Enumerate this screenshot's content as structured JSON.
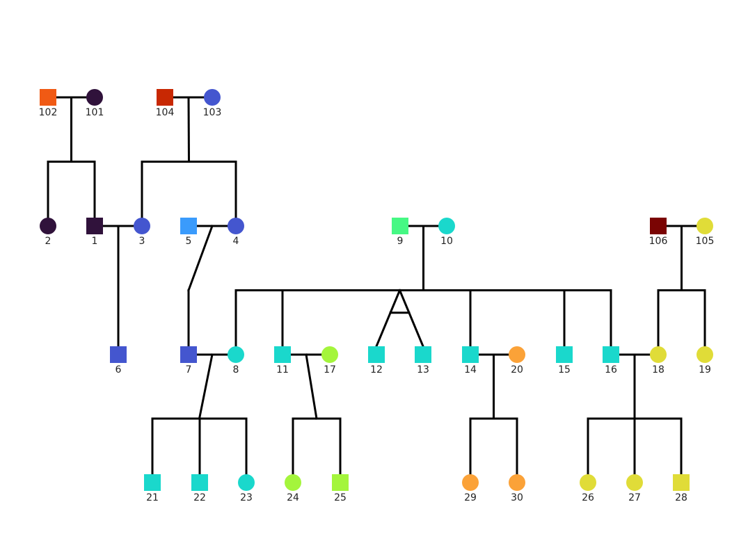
{
  "individuals": [
    {
      "id": "102",
      "sex": "male",
      "color": "#F05A14"
    },
    {
      "id": "101",
      "sex": "female",
      "color": "#30123B"
    },
    {
      "id": "104",
      "sex": "male",
      "color": "#C82803"
    },
    {
      "id": "103",
      "sex": "female",
      "color": "#4456CF"
    },
    {
      "id": "2",
      "sex": "female",
      "color": "#30123B"
    },
    {
      "id": "1",
      "sex": "male",
      "color": "#30123B"
    },
    {
      "id": "3",
      "sex": "female",
      "color": "#4456CF"
    },
    {
      "id": "5",
      "sex": "male",
      "color": "#3A9BFC"
    },
    {
      "id": "4",
      "sex": "female",
      "color": "#4456CF"
    },
    {
      "id": "9",
      "sex": "male",
      "color": "#46F884"
    },
    {
      "id": "10",
      "sex": "female",
      "color": "#1AD8CC"
    },
    {
      "id": "106",
      "sex": "male",
      "color": "#7A0403"
    },
    {
      "id": "105",
      "sex": "female",
      "color": "#E0DC38"
    },
    {
      "id": "6",
      "sex": "male",
      "color": "#4456CF"
    },
    {
      "id": "7",
      "sex": "male",
      "color": "#4456CF"
    },
    {
      "id": "8",
      "sex": "female",
      "color": "#1AD8CC"
    },
    {
      "id": "11",
      "sex": "male",
      "color": "#1AD8CC"
    },
    {
      "id": "17",
      "sex": "female",
      "color": "#A4F53C"
    },
    {
      "id": "12",
      "sex": "male",
      "color": "#1AD8CC"
    },
    {
      "id": "13",
      "sex": "male",
      "color": "#1AD8CC"
    },
    {
      "id": "14",
      "sex": "male",
      "color": "#1AD8CC"
    },
    {
      "id": "20",
      "sex": "female",
      "color": "#FBA238"
    },
    {
      "id": "15",
      "sex": "male",
      "color": "#1AD8CC"
    },
    {
      "id": "16",
      "sex": "male",
      "color": "#1AD8CC"
    },
    {
      "id": "18",
      "sex": "female",
      "color": "#E0DC38"
    },
    {
      "id": "19",
      "sex": "female",
      "color": "#E0DC38"
    },
    {
      "id": "21",
      "sex": "male",
      "color": "#1AD8CC"
    },
    {
      "id": "22",
      "sex": "male",
      "color": "#1AD8CC"
    },
    {
      "id": "23",
      "sex": "female",
      "color": "#1AD8CC"
    },
    {
      "id": "24",
      "sex": "female",
      "color": "#A4F53C"
    },
    {
      "id": "25",
      "sex": "male",
      "color": "#A4F53C"
    },
    {
      "id": "29",
      "sex": "female",
      "color": "#FBA238"
    },
    {
      "id": "30",
      "sex": "female",
      "color": "#FBA238"
    },
    {
      "id": "26",
      "sex": "female",
      "color": "#E0DC38"
    },
    {
      "id": "27",
      "sex": "female",
      "color": "#E0DC38"
    },
    {
      "id": "28",
      "sex": "male",
      "color": "#E0DC38"
    }
  ],
  "partnerships": [
    {
      "partners": [
        "102",
        "101"
      ],
      "children": [
        "2",
        "1"
      ]
    },
    {
      "partners": [
        "104",
        "103"
      ],
      "children": [
        "3",
        "4"
      ]
    },
    {
      "partners": [
        "1",
        "3"
      ],
      "children": [
        "6"
      ]
    },
    {
      "partners": [
        "5",
        "4"
      ],
      "children": [
        "7"
      ]
    },
    {
      "partners": [
        "9",
        "10"
      ],
      "children": [
        "8",
        "11",
        "12",
        "13",
        "14",
        "15",
        "16"
      ],
      "twins": [
        "12",
        "13"
      ]
    },
    {
      "partners": [
        "106",
        "105"
      ],
      "children": [
        "18",
        "19"
      ]
    },
    {
      "partners": [
        "7",
        "8"
      ],
      "children": [
        "21",
        "22",
        "23"
      ]
    },
    {
      "partners": [
        "11",
        "17"
      ],
      "children": [
        "24",
        "25"
      ]
    },
    {
      "partners": [
        "14",
        "20"
      ],
      "children": [
        "29",
        "30"
      ]
    },
    {
      "partners": [
        "16",
        "18"
      ],
      "children": [
        "26",
        "27",
        "28"
      ]
    }
  ]
}
